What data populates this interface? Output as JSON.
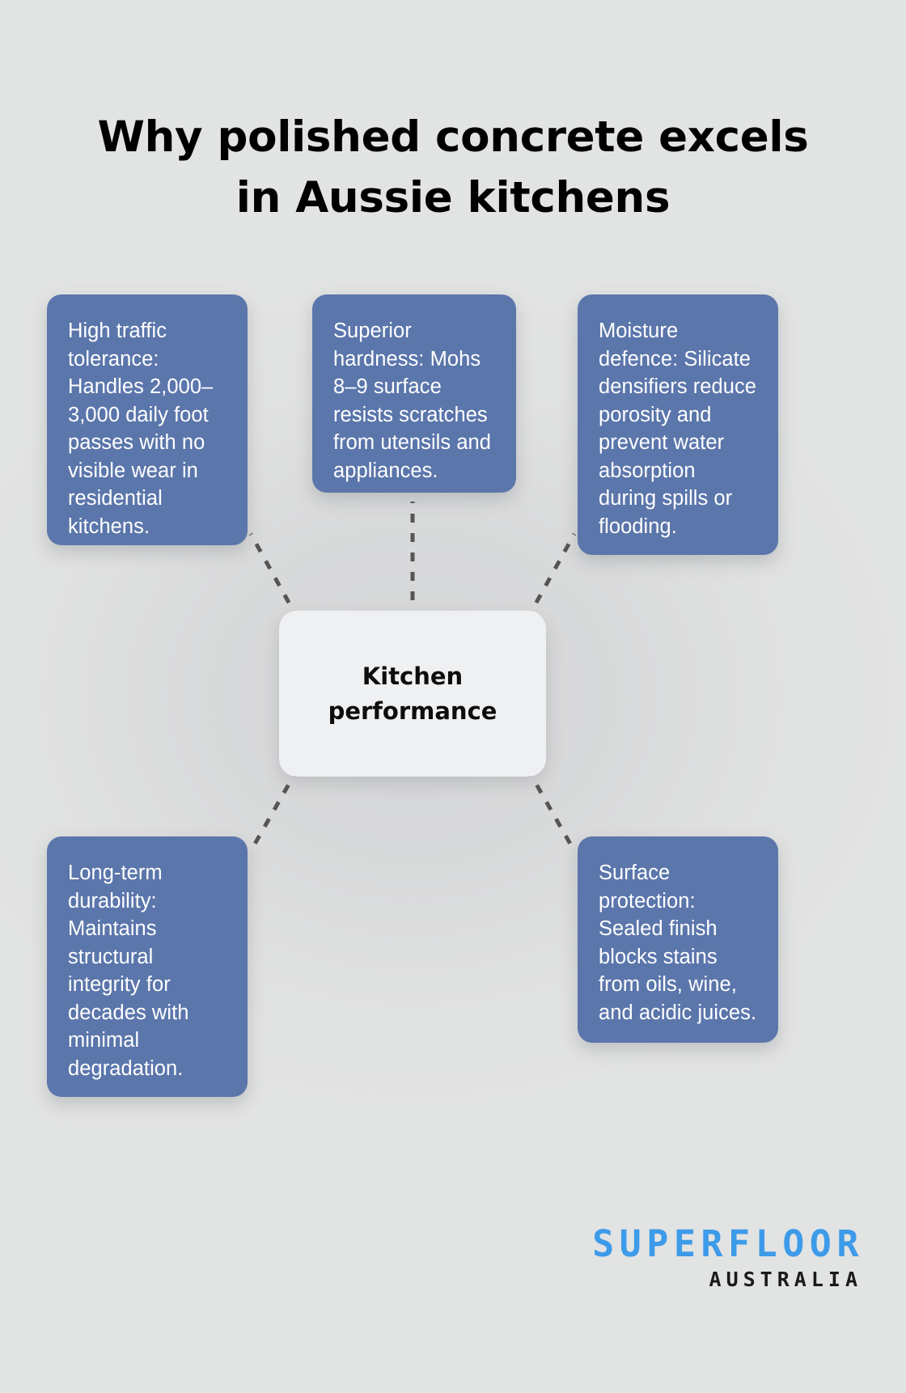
{
  "title": {
    "line1": "Why polished concrete excels",
    "line2": "in Aussie kitchens"
  },
  "center": {
    "label_line1": "Kitchen",
    "label_line2": "performance"
  },
  "colors": {
    "card_blue": "#5b76ab",
    "center_bg": "#eff0f2",
    "background": "#e0e1e1",
    "connector": "#555555",
    "logo_blue": "#3d9be9",
    "logo_dark": "#1a1a1a",
    "title_text": "#000000",
    "card_text": "#ffffff"
  },
  "cards": [
    {
      "id": "high-traffic-tolerance",
      "position": "top-left",
      "text": "High traffic tolerance: Handles 2,000–3,000 daily foot passes with no visible wear in residential kitchens."
    },
    {
      "id": "superior-hardness",
      "position": "top-middle",
      "text": "Superior hardness: Mohs 8–9 surface resists scratches from utensils and appliances."
    },
    {
      "id": "moisture-defence",
      "position": "top-right",
      "text": "Moisture defence: Silicate densifiers reduce porosity and prevent water absorption during spills or flooding."
    },
    {
      "id": "long-term-durability",
      "position": "bottom-left",
      "text": "Long-term durability: Maintains structural integrity for decades with minimal degradation."
    },
    {
      "id": "surface-protection",
      "position": "bottom-right",
      "text": "Surface protection: Sealed finish blocks stains from oils, wine, and acidic juices."
    }
  ],
  "logo": {
    "brand": "SUPERFLOOR",
    "region": "AUSTRALIA"
  }
}
